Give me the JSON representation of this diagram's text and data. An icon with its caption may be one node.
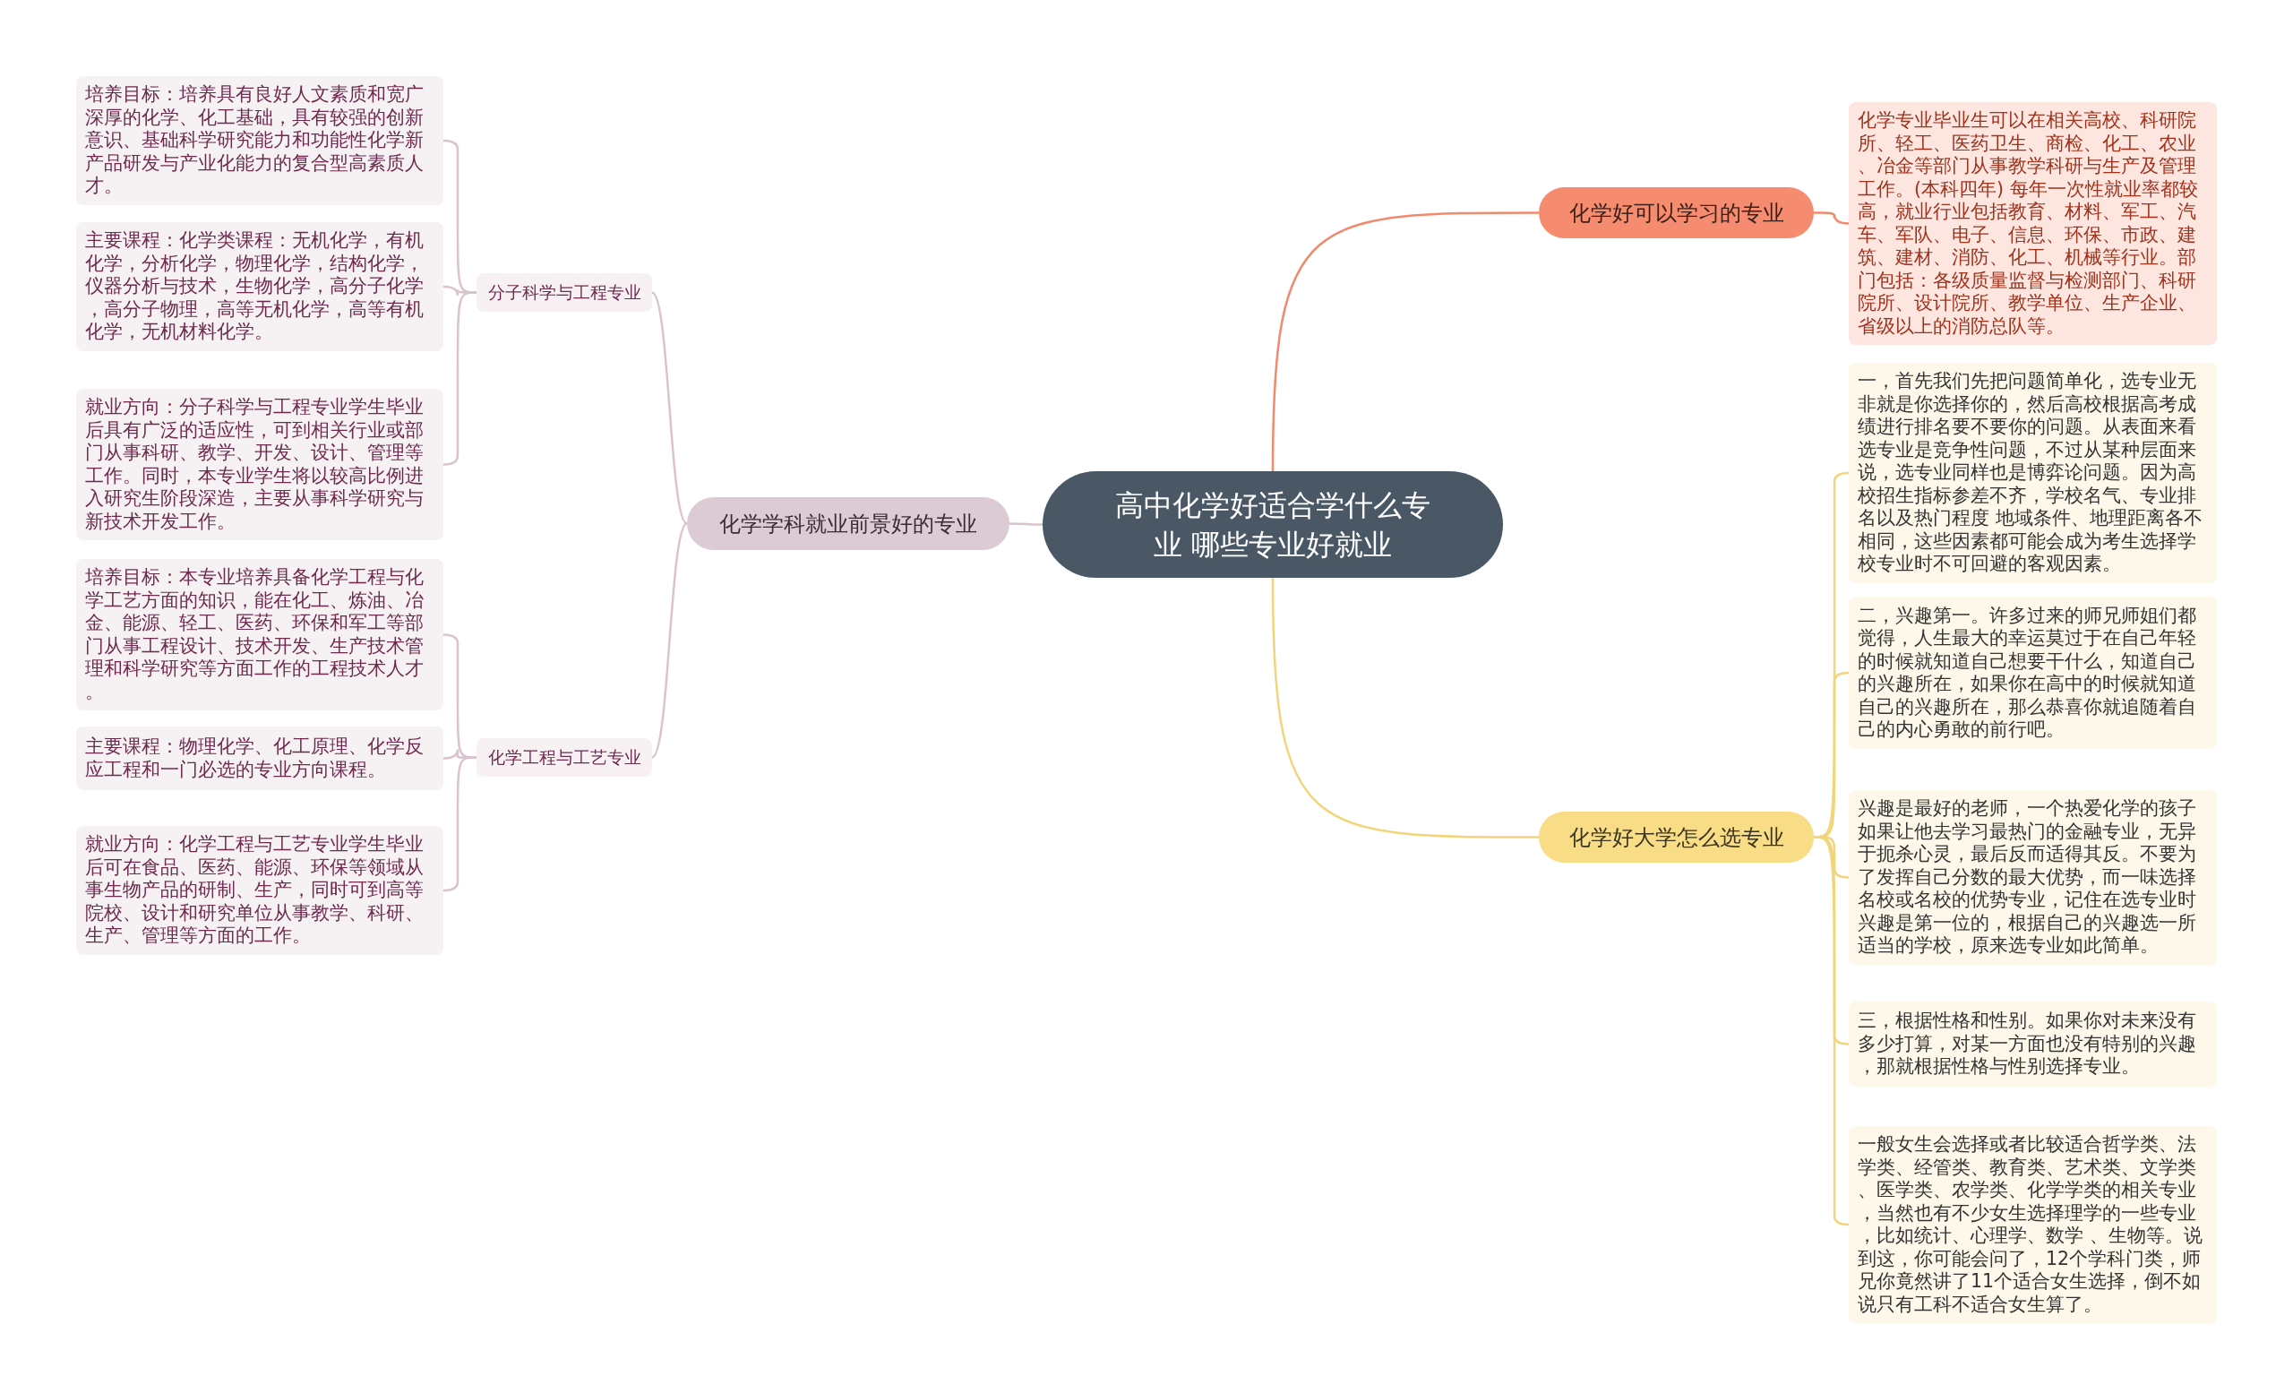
{
  "diagram": {
    "nodes": [
      {
        "text": [
          "高中化学好适合学什么专业 哪些专业好就业"
        ]
      },
      {
        "text": [
          "化学学科就业前景好的专业"
        ]
      },
      {
        "text": [
          "分子科学与工程专业"
        ]
      },
      {
        "text": [
          "培养目标：培养具有良好人文素质和宽广深厚的化学、化工基础，具有较强的创新意识、基础科学研究能力和功能性化学新产品研发与产业化能力的复合型高素质人才。"
        ]
      },
      {
        "text": [
          "主要课程：化学类课程：无机化学，有机化学，分析化学，物理化学，结构化学，仪器分析与技术，生物化学，高分子化学，高分子物理，高等无机化学，高等有机化学，无机材料化学。"
        ]
      },
      {
        "text": [
          "就业方向：分子科学与工程专业学生毕业后具有广泛的适应性，可到相关行业或部门从事科研、教学、开发、设计、管理等工作。同时，本专业学生将以较高比例进入研究生阶段深造，主要从事科学研究与新技术开发工作。"
        ]
      },
      {
        "text": [
          "化学工程与工艺专业"
        ]
      },
      {
        "text": [
          "培养目标：本专业培养具备化学工程与化学工艺方面的知识，能在化工、炼油、冶金、能源、轻工、医药、环保和军工等部门从事工程设计、技术开发、生产技术管理和科学研究等方面工作的工程技术人才。"
        ]
      },
      {
        "text": [
          "主要课程：物理化学、化工原理、化学反应工程和一门必选的专业方向课程。"
        ]
      },
      {
        "text": [
          "就业方向：化学工程与工艺专业学生毕业后可在食品、医药、能源、环保等领域从事生物产品的研制、生产，同时可到高等院校、设计和研究单位从事教学、科研、生产、管理等方面的工作。"
        ]
      },
      {
        "text": [
          "化学好可以学习的专业"
        ]
      },
      {
        "text": [
          "化学专业毕业生可以在相关高校、科研院所、轻工、医药卫生、商检、化工、农业、冶金等部门从事教学科研与生产及管理工作。(本科四年) 每年一次性就业率都较高，就业行业包括教育、材料、军工、汽车、军队、电子、信息、环保、市政、建筑、建材、消防、化工、机械等行业。部门包括：各级质量监督与检测部门、科研院所、设计院所、教学单位、生产企业、省级以上的消防总队等。"
        ]
      },
      {
        "text": [
          "化学好大学怎么选专业"
        ]
      },
      {
        "text": [
          "一，首先我们先把问题简单化，选专业无非就是你选择你的，然后高校根据高考成绩进行排名要不要你的问题。从表面来看选专业是竞争性问题，不过从某种层面来说，选专业同样也是博弈论问题。因为高校招生指标参差不齐，学校名气、专业排名以及热门程度 地域条件、地理距离各不相同，这些因素都可能会成为考生选择学校专业时不可回避的客观因素。"
        ]
      },
      {
        "text": [
          "二，兴趣第一。许多过来的师兄师姐们都觉得，人生最大的幸运莫过于在自己年轻的时候就知道自己想要干什么，知道自己的兴趣所在，如果你在高中的时候就知道自己的兴趣所在，那么恭喜你就追随着自己的内心勇敢的前行吧。"
        ]
      },
      {
        "text": [
          "兴趣是最好的老师，一个热爱化学的孩子如果让他去学习最热门的金融专业，无异于扼杀心灵，最后反而适得其反。不要为了发挥自己分数的最大优势，而一味选择名校或名校的优势专业，记住在选专业时兴趣是第一位的，根据自己的兴趣选一所适当的学校，原来选专业如此简单。"
        ]
      },
      {
        "text": [
          "三，根据性格和性别。如果你对未来没有多少打算，对某一方面也没有特别的兴趣，那就根据性格与性别选择专业。"
        ]
      },
      {
        "text": [
          "一般女生会选择或者比较适合哲学类、法学类、经管类、教育类、艺术类、文学类、医学类、农学类、化学学类的相关专业，当然也有不少女生选择理学的一些专业，比如统计、心理学、数学 、生物等。说到这，你可能会问了，12个学科门类，师兄你竟然讲了11个适合女生选择，倒不如说只有工科不适合女生算了。"
        ]
      }
    ],
    "edges": [
      {
        "from": 0,
        "to": 1,
        "arrow": "none"
      },
      {
        "from": 1,
        "to": 2,
        "arrow": "none"
      },
      {
        "from": 2,
        "to": 3,
        "arrow": "none"
      },
      {
        "from": 2,
        "to": 4,
        "arrow": "none"
      },
      {
        "from": 2,
        "to": 5,
        "arrow": "none"
      },
      {
        "from": 1,
        "to": 6,
        "arrow": "none"
      },
      {
        "from": 6,
        "to": 7,
        "arrow": "none"
      },
      {
        "from": 6,
        "to": 8,
        "arrow": "none"
      },
      {
        "from": 6,
        "to": 9,
        "arrow": "none"
      },
      {
        "from": 0,
        "to": 10,
        "arrow": "none",
        "color": "#ef8a6c"
      },
      {
        "from": 10,
        "to": 11,
        "arrow": "none",
        "color": "#ef8a6c"
      },
      {
        "from": 0,
        "to": 12,
        "arrow": "none",
        "color": "#f2d47a"
      },
      {
        "from": 12,
        "to": 13,
        "arrow": "none",
        "color": "#f2d47a"
      },
      {
        "from": 12,
        "to": 14,
        "arrow": "none",
        "color": "#f2d47a"
      },
      {
        "from": 12,
        "to": 15,
        "arrow": "none",
        "color": "#f2d47a"
      },
      {
        "from": 12,
        "to": 16,
        "arrow": "none",
        "color": "#f2d47a"
      },
      {
        "from": 12,
        "to": 17,
        "arrow": "none",
        "color": "#f2d47a"
      }
    ]
  }
}
